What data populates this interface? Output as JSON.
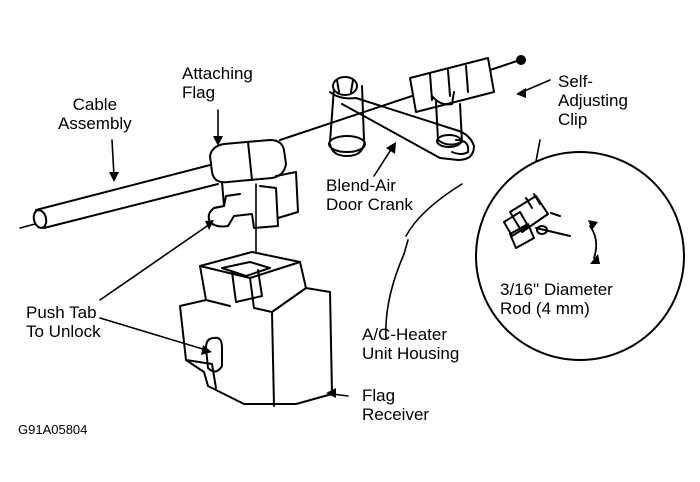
{
  "labels": {
    "cable_assembly": [
      "Cable",
      "Assembly"
    ],
    "attaching_flag": [
      "Attaching",
      "Flag"
    ],
    "blend_air": [
      "Blend-Air",
      "Door Crank"
    ],
    "self_adjusting_clip": [
      "Self-",
      "Adjusting",
      "Clip"
    ],
    "rod": [
      "3/16\" Diameter",
      "Rod (4 mm)"
    ],
    "push_tab": [
      "Push Tab",
      "To Unlock"
    ],
    "ac_heater": [
      "A/C-Heater",
      "Unit Housing"
    ],
    "flag_receiver": [
      "Flag",
      "Receiver"
    ],
    "figure_code": "G91A05804"
  },
  "colors": {
    "ink": "#000000",
    "paper": "#ffffff"
  }
}
